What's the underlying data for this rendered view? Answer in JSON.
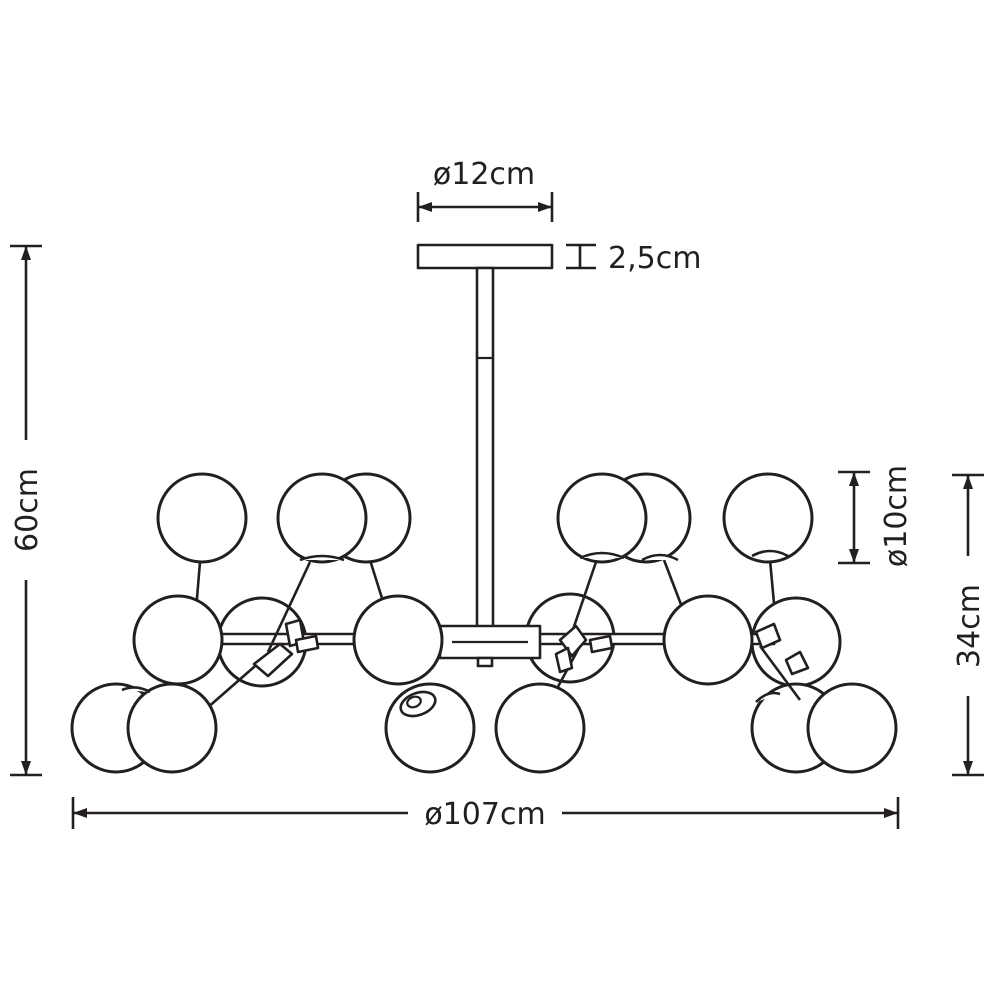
{
  "dimensions": {
    "canopy_diameter": "ø12cm",
    "canopy_height": "2,5cm",
    "total_height": "60cm",
    "globe_diameter": "ø10cm",
    "body_height": "34cm",
    "total_diameter": "ø107cm"
  },
  "colors": {
    "line": "#231f20",
    "background": "#ffffff"
  }
}
